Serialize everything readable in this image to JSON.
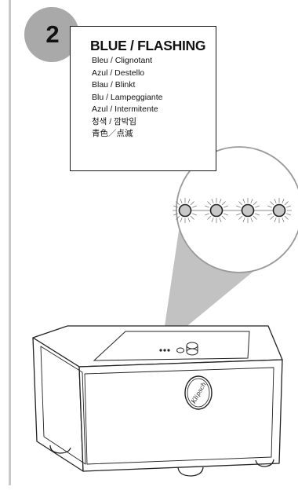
{
  "step": {
    "number": "2"
  },
  "label": {
    "title": "BLUE / FLASHING",
    "translations": [
      "Bleu / Clignotant",
      "Azul  / Destello",
      "Blau / Blinkt",
      "Blu / Lampeggiante",
      "Azul / Intermitente",
      "청색 / 깜박임",
      "青色／点滅"
    ]
  },
  "device": {
    "brand_logo_text": "Klipsch",
    "indicator_led_count": 4,
    "indicator_color": "#c8c8c8"
  }
}
